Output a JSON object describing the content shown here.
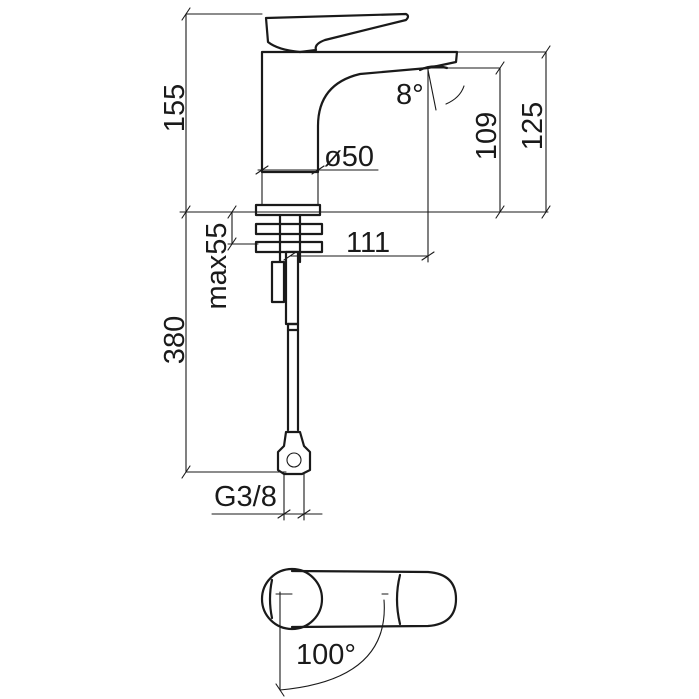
{
  "dimensions": {
    "height_total": "155",
    "spout_angle": "8°",
    "height_spout_low": "109",
    "height_spout_high": "125",
    "body_diameter": "ø50",
    "spout_reach": "111",
    "max_counter_thickness": "max55",
    "hose_length": "380",
    "hose_thread": "G3/8",
    "lever_rotation": "100°"
  },
  "colors": {
    "line": "#1a1a1a",
    "background": "#ffffff"
  }
}
